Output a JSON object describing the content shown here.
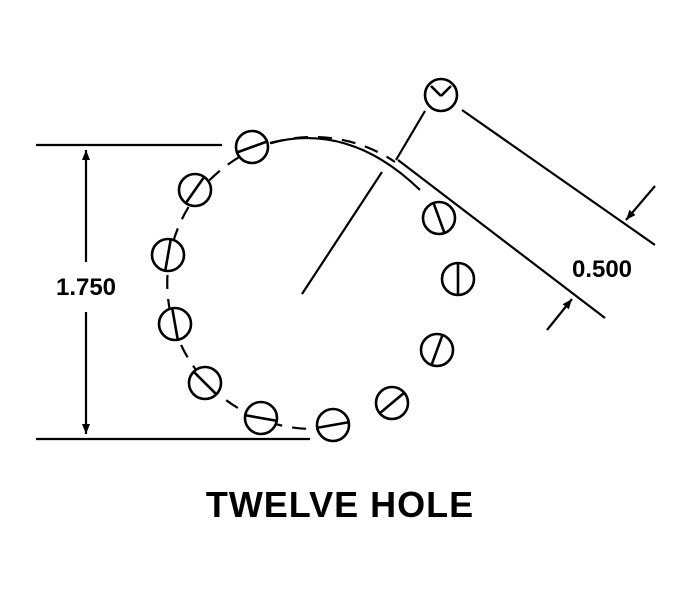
{
  "diagram": {
    "caption": "TWELVE HOLE",
    "dimensions": {
      "diameter": "1.750",
      "spacing": "0.500"
    },
    "hole_count": 12
  }
}
